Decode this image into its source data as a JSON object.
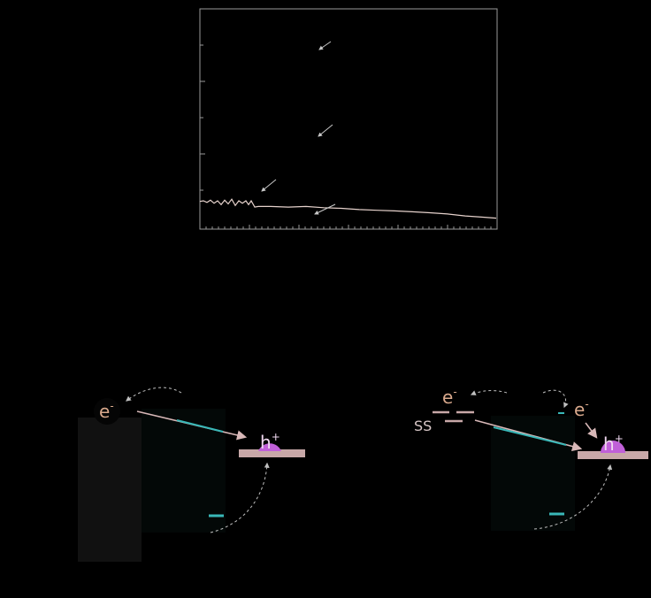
{
  "colors": {
    "background": "#000000",
    "axes": "#9a9a9a",
    "trace": "#e6d2cc",
    "annotation_arrow": "#c8c8c8",
    "electron": "#d9a98c",
    "hole": "#c060d8",
    "hole_text": "#f0d8f0",
    "level_bar": "#c8a8a8",
    "transfer_arrow": "#d8b8b8",
    "cyan": "#39b8b8",
    "block": "#111111"
  },
  "chart_data": {
    "type": "line",
    "title": "",
    "xlabel": "",
    "ylabel": "",
    "grid": false,
    "series": [
      {
        "values": [
          [
            0,
            0.88
          ],
          [
            4,
            0.9
          ],
          [
            8,
            0.85
          ],
          [
            12,
            0.92
          ],
          [
            16,
            0.82
          ],
          [
            20,
            0.9
          ],
          [
            24,
            0.78
          ],
          [
            28,
            0.92
          ],
          [
            32,
            0.8
          ],
          [
            36,
            0.95
          ],
          [
            40,
            0.75
          ],
          [
            44,
            0.9
          ],
          [
            48,
            0.82
          ],
          [
            52,
            0.9
          ],
          [
            55,
            0.78
          ],
          [
            58,
            0.9
          ],
          [
            62,
            0.7
          ],
          [
            66,
            0.72
          ],
          [
            80,
            0.72
          ],
          [
            100,
            0.7
          ],
          [
            120,
            0.72
          ],
          [
            140,
            0.68
          ],
          [
            160,
            0.66
          ],
          [
            180,
            0.62
          ],
          [
            200,
            0.6
          ],
          [
            220,
            0.58
          ],
          [
            240,
            0.55
          ],
          [
            260,
            0.52
          ],
          [
            280,
            0.48
          ],
          [
            300,
            0.42
          ],
          [
            320,
            0.38
          ],
          [
            335,
            0.35
          ]
        ]
      }
    ]
  },
  "diagram": {
    "left": {
      "electron": "e",
      "electron_sup": "-",
      "hole": "h",
      "hole_sup": "+"
    },
    "right": {
      "electron_1": "e",
      "electron_1_sup": "-",
      "electron_2": "e",
      "electron_2_sup": "-",
      "surface_states": "SS",
      "hole": "h",
      "hole_sup": "+"
    }
  }
}
